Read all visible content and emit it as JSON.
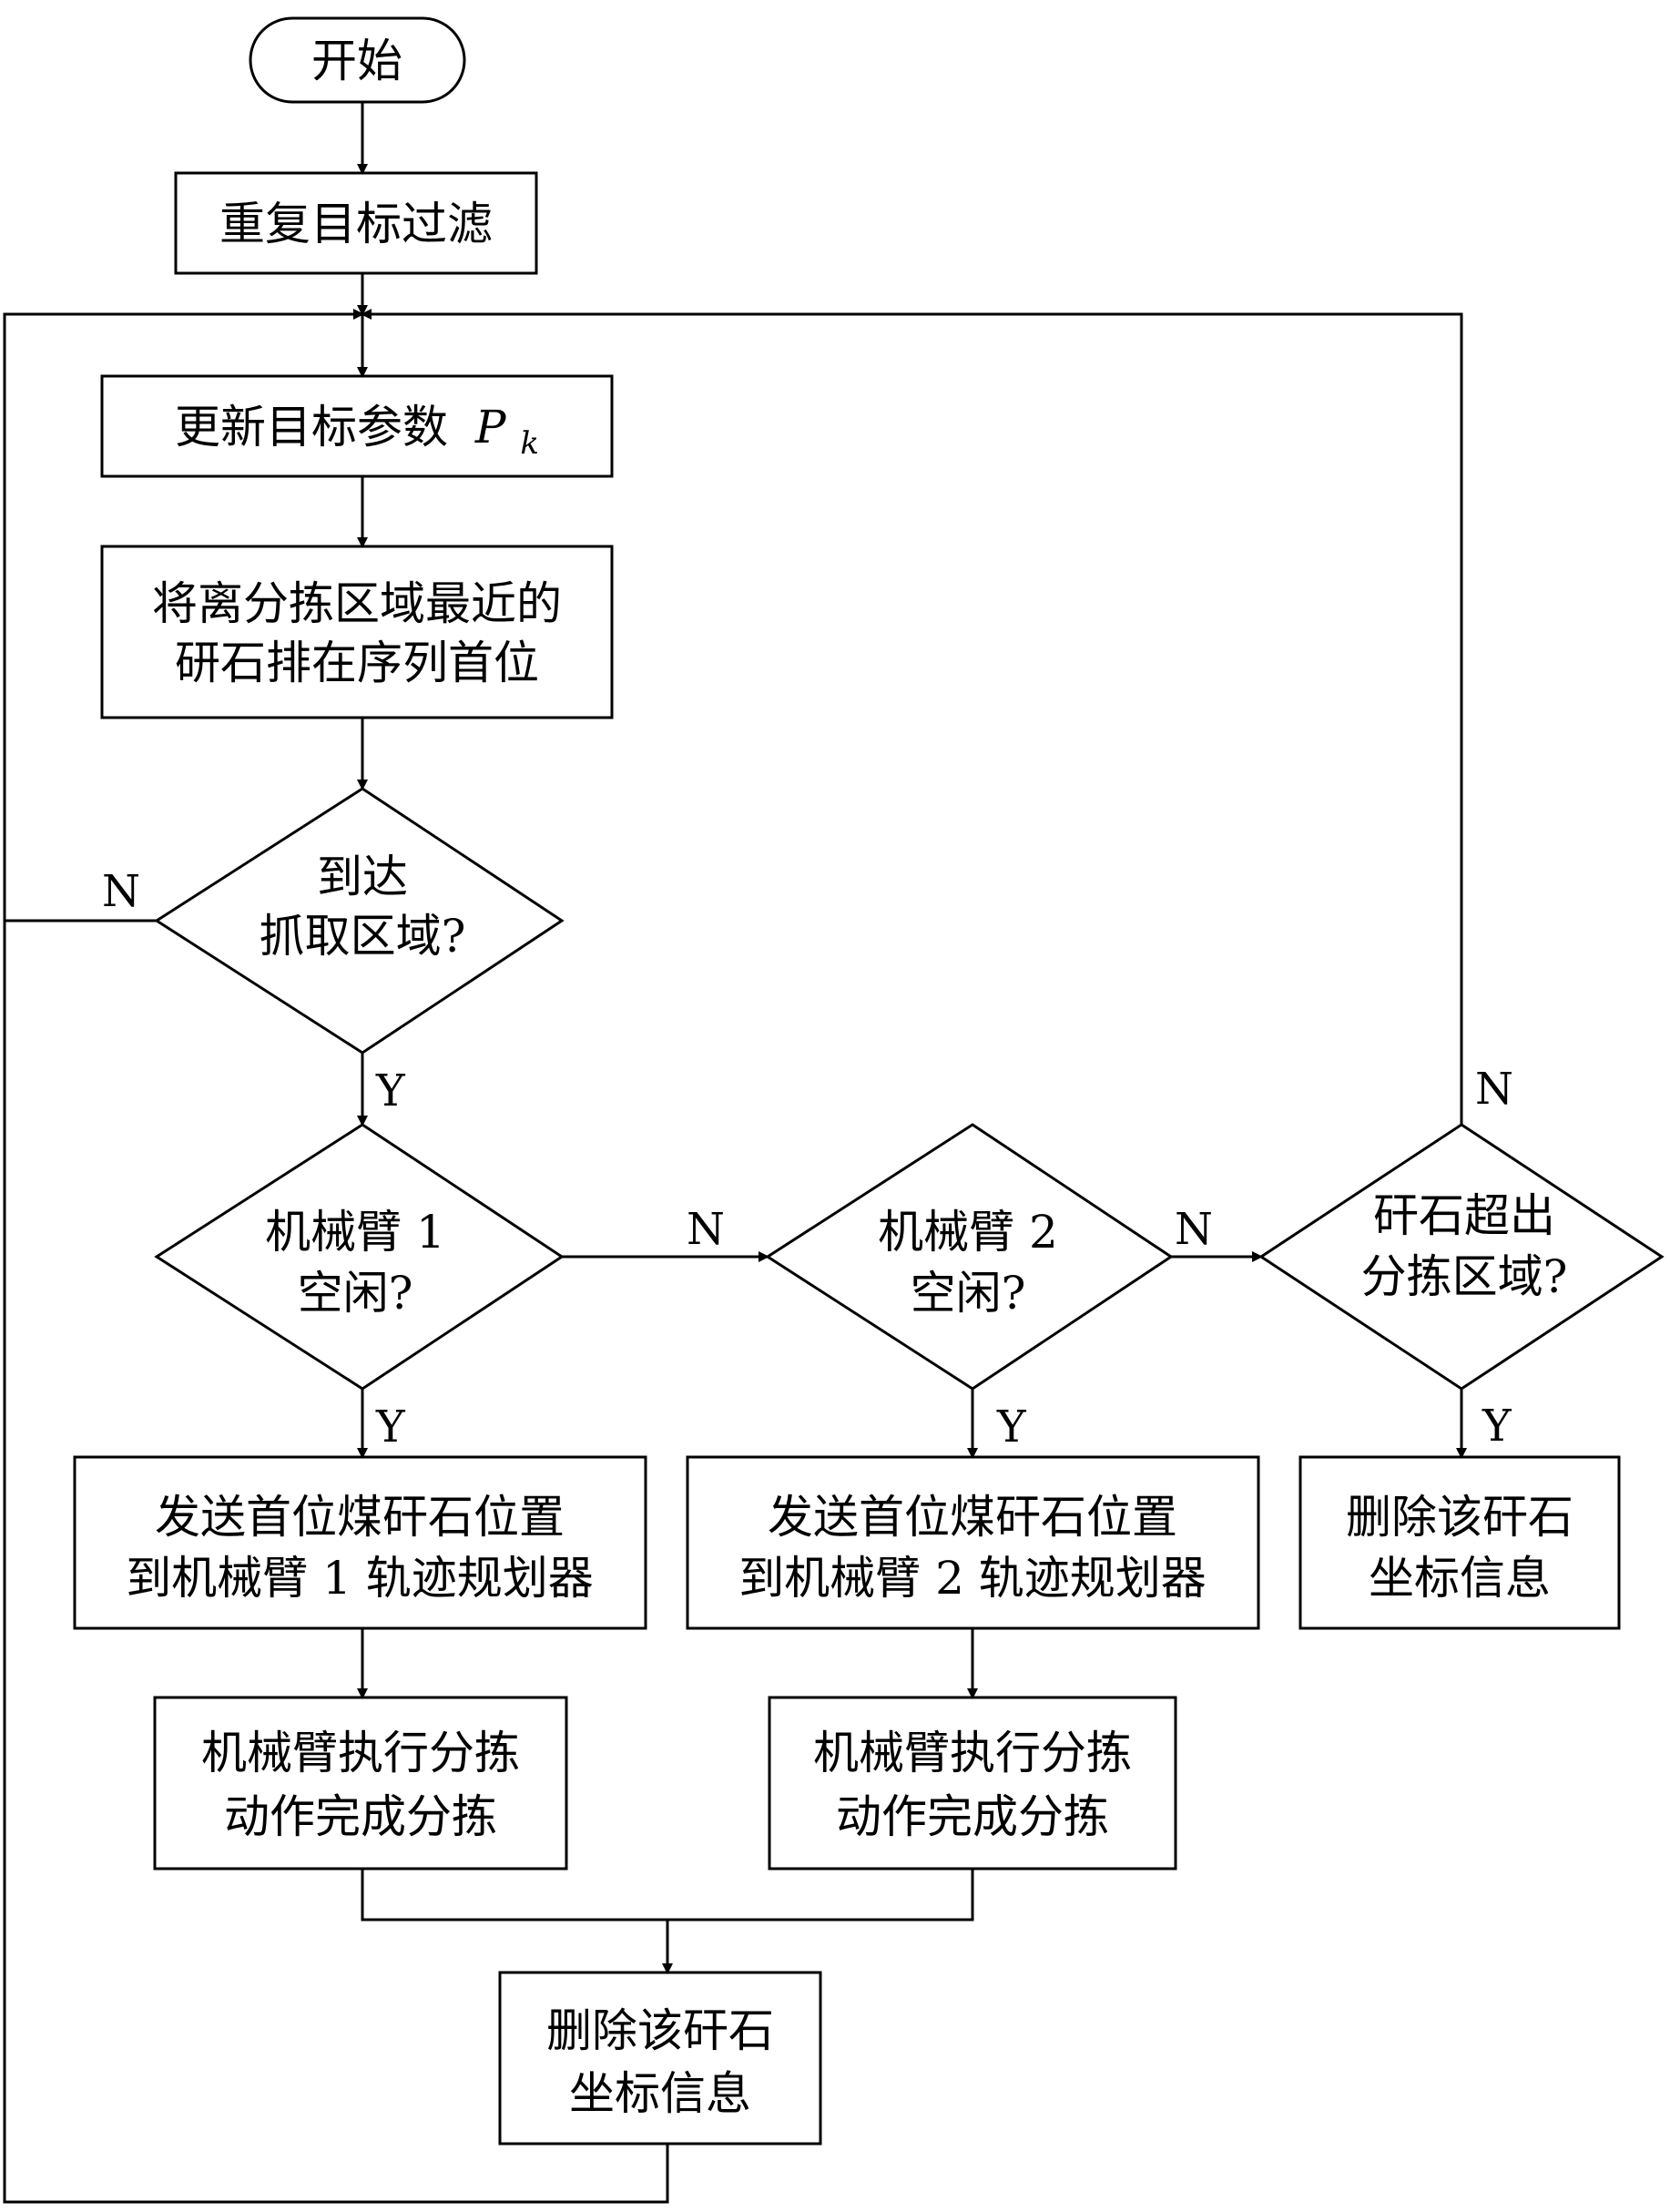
{
  "nodes": {
    "start": "开始",
    "filter": "重复目标过滤",
    "update": "更新目标参数",
    "update_var": "P",
    "update_sub": "k",
    "sort": [
      "将离分拣区域最近的",
      "研石排在序列首位"
    ],
    "reach": [
      "到达",
      "抓取区域?"
    ],
    "arm1_idle": [
      "机械臂 1",
      "空闲?"
    ],
    "arm2_idle": [
      "机械臂 2",
      "空闲?"
    ],
    "exceed": [
      "矸石超出",
      "分拣区域?"
    ],
    "send1": [
      "发送首位煤矸石位置",
      "到机械臂 1 轨迹规划器"
    ],
    "send2": [
      "发送首位煤矸石位置",
      "到机械臂 2 轨迹规划器"
    ],
    "delete_right": [
      "删除该矸石",
      "坐标信息"
    ],
    "exec1": [
      "机械臂执行分拣",
      "动作完成分拣"
    ],
    "exec2": [
      "机械臂执行分拣",
      "动作完成分拣"
    ],
    "delete_bottom": [
      "删除该矸石",
      "坐标信息"
    ]
  },
  "edge_labels": {
    "reach_no": "N",
    "reach_yes": "Y",
    "arm1_no": "N",
    "arm1_yes": "Y",
    "arm2_no": "N",
    "arm2_yes": "Y",
    "exceed_no": "N",
    "exceed_yes": "Y"
  }
}
